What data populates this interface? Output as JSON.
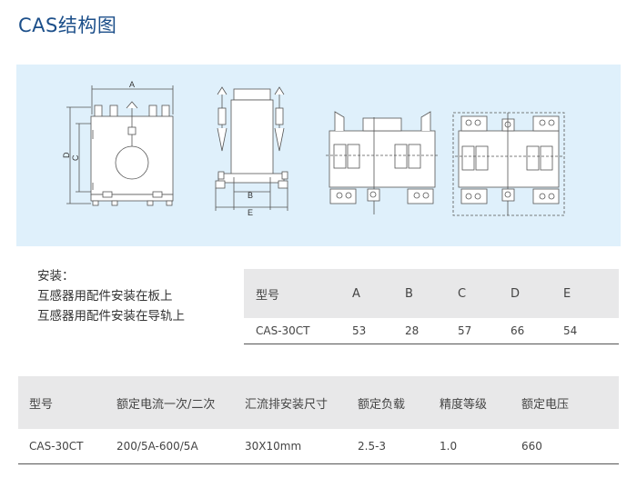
{
  "page": {
    "title": "CAS结构图"
  },
  "diagrams": {
    "labels": {
      "A": "A",
      "B": "B",
      "C": "C",
      "D": "D",
      "E": "E"
    }
  },
  "install": {
    "heading": "安装：",
    "lines": [
      "互感器用配件安装在板上",
      "互感器用配件安装在导轨上"
    ]
  },
  "dimension_table": {
    "headers": [
      "型号",
      "A",
      "B",
      "C",
      "D",
      "E"
    ],
    "rows": [
      [
        "CAS-30CT",
        "53",
        "28",
        "57",
        "66",
        "54"
      ]
    ]
  },
  "spec_table": {
    "headers": [
      "型号",
      "额定电流一次/二次",
      "汇流排安装尺寸",
      "额定负载",
      "精度等级",
      "额定电压"
    ],
    "rows": [
      [
        "CAS-30CT",
        "200/5A-600/5A",
        "30X10mm",
        "2.5-3",
        "1.0",
        "660"
      ]
    ]
  }
}
